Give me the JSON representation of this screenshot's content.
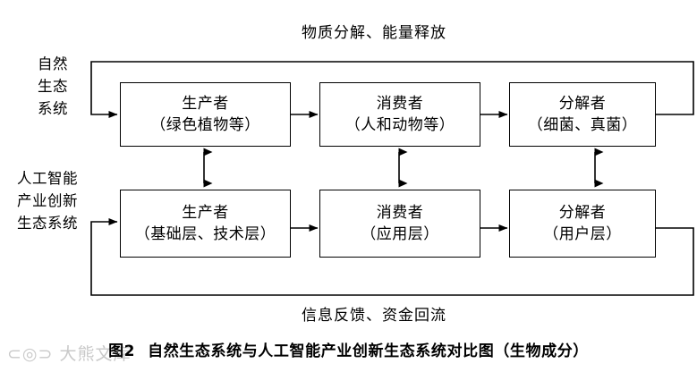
{
  "figure": {
    "caption_number": "图2",
    "caption_text": "自然生态系统与人工智能产业创新生态系统对比图（生物成分）",
    "watermark": "大熊文库",
    "background_color": "#ffffff",
    "line_color": "#000000"
  },
  "labels": {
    "top_flow": "物质分解、能量释放",
    "bottom_flow": "信息反馈、资金回流"
  },
  "rows": [
    {
      "id": "natural-ecosystem",
      "side_label": "自然\n生态\n系统",
      "side_label_lines": [
        "自然",
        "生态",
        "系统"
      ],
      "nodes": [
        {
          "id": "producer-natural",
          "title": "生产者",
          "subtitle": "（绿色植物等）"
        },
        {
          "id": "consumer-natural",
          "title": "消费者",
          "subtitle": "（人和动物等）"
        },
        {
          "id": "decomposer-natural",
          "title": "分解者",
          "subtitle": "（细菌、真菌）"
        }
      ]
    },
    {
      "id": "ai-industry-ecosystem",
      "side_label": "人工智能\n产业创新\n生态系统",
      "side_label_lines": [
        "人工智能",
        "产业创新",
        "生态系统"
      ],
      "nodes": [
        {
          "id": "producer-ai",
          "title": "生产者",
          "subtitle": "（基础层、技术层）"
        },
        {
          "id": "consumer-ai",
          "title": "消费者",
          "subtitle": "（应用层）"
        },
        {
          "id": "decomposer-ai",
          "title": "分解者",
          "subtitle": "（用户层）"
        }
      ]
    }
  ],
  "connections": {
    "horizontal": [
      "producer-natural -> consumer-natural",
      "consumer-natural -> decomposer-natural",
      "producer-ai -> consumer-ai",
      "consumer-ai -> decomposer-ai"
    ],
    "vertical_bidirectional": [
      "producer-natural <-> producer-ai",
      "consumer-natural <-> consumer-ai",
      "decomposer-natural <-> decomposer-ai"
    ],
    "feedback_loops": [
      "decomposer-natural -> producer-natural (top loop: 物质分解、能量释放)",
      "decomposer-ai -> producer-ai (bottom loop: 信息反馈、资金回流)"
    ]
  }
}
